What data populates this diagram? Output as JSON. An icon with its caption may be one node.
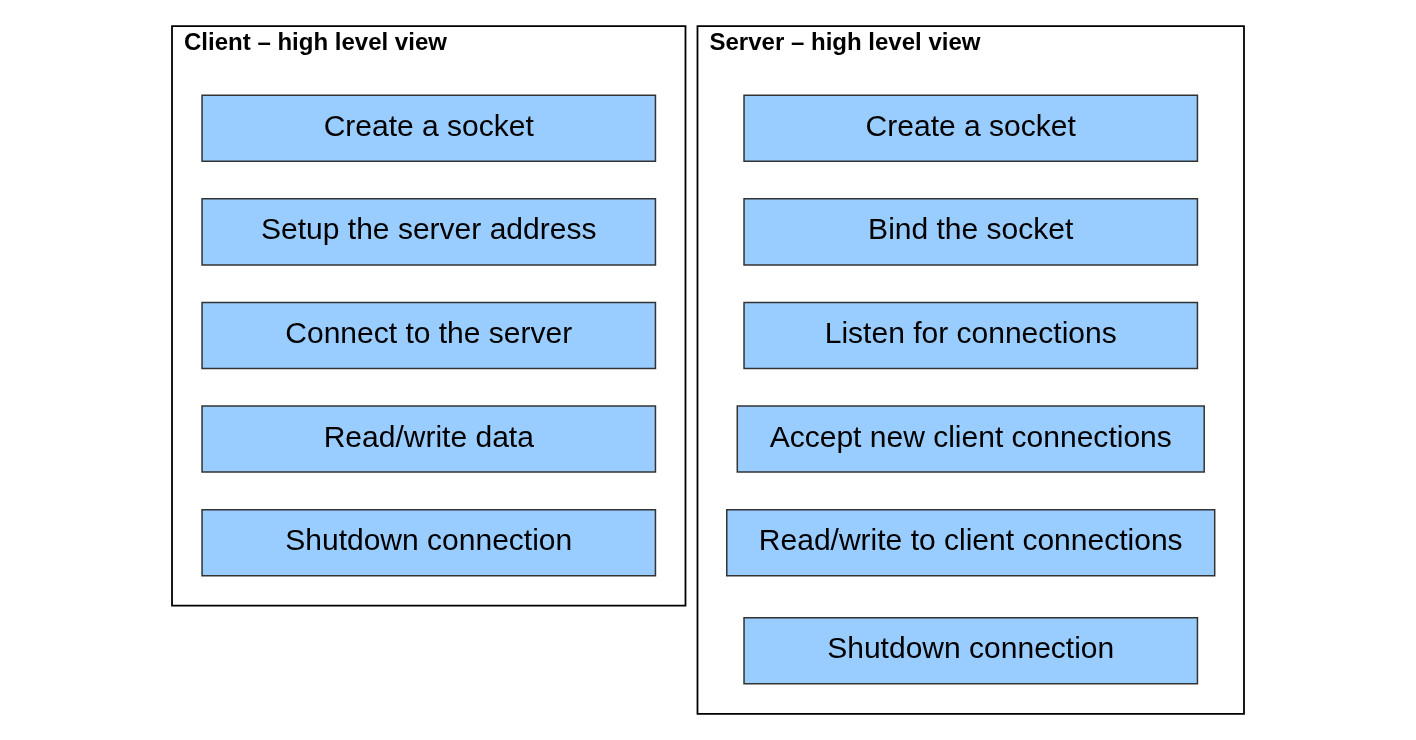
{
  "diagram": {
    "nodes": [
      {
        "text": [
          "Client – high level view"
        ]
      },
      {
        "text": [
          "Create a socket"
        ],
        "in": 0
      },
      {
        "text": [
          "Setup the server address"
        ],
        "in": 0
      },
      {
        "text": [
          "Connect to the server"
        ],
        "in": 0
      },
      {
        "text": [
          "Read/write data"
        ],
        "in": 0
      },
      {
        "text": [
          "Shutdown connection"
        ],
        "in": 0
      },
      {
        "text": [
          "Server – high level view"
        ]
      },
      {
        "text": [
          "Create a socket"
        ],
        "in": 6
      },
      {
        "text": [
          "Bind the socket"
        ],
        "in": 6
      },
      {
        "text": [
          "Listen for connections"
        ],
        "in": 6
      },
      {
        "text": [
          "Accept new client connections"
        ],
        "in": 6
      },
      {
        "text": [
          "Read/write to client connections"
        ],
        "in": 6
      },
      {
        "text": [
          "Shutdown connection"
        ],
        "in": 6
      }
    ],
    "edges": []
  }
}
